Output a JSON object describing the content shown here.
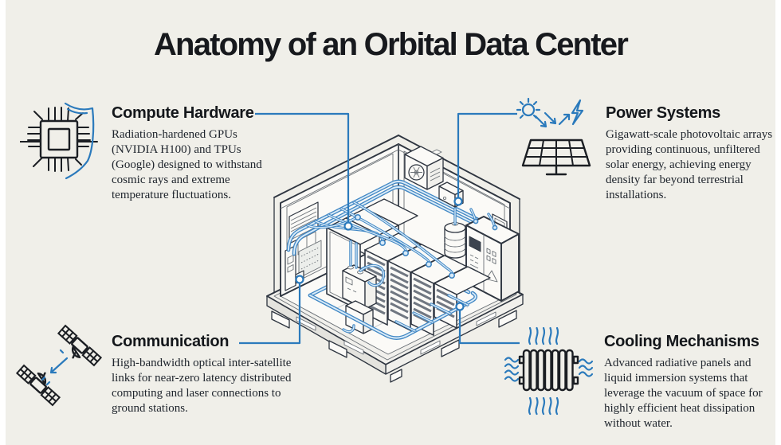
{
  "title": "Anatomy of an Orbital Data Center",
  "colors": {
    "background": "#f0efe9",
    "accent_blue": "#2b7abc",
    "ink": "#1b1e23"
  },
  "sections": [
    {
      "id": "compute-hardware",
      "label": "Compute Hardware",
      "icon": "chip-shield-icon",
      "body": "Radiation-hardened GPUs (NVIDIA H100) and TPUs (Google) designed to withstand cosmic rays and extreme temperature fluctuations."
    },
    {
      "id": "power-systems",
      "label": "Power Systems",
      "icon": "solar-panel-icon",
      "body": "Gigawatt-scale photovoltaic arrays providing continuous, unfiltered solar energy, achieving energy density far beyond terrestrial installations."
    },
    {
      "id": "communication",
      "label": "Communication",
      "icon": "satellites-icon",
      "body": "High-bandwidth optical inter-satellite links for near-zero latency distributed computing and laser connections to ground stations."
    },
    {
      "id": "cooling-mechanisms",
      "label": "Cooling Mechanisms",
      "icon": "radiator-icon",
      "body": "Advanced radiative panels and liquid immersion systems that leverage the vacuum of space for highly efficient heat dissipation without water."
    }
  ],
  "illustration": {
    "name": "orbital-data-center-cutaway"
  }
}
